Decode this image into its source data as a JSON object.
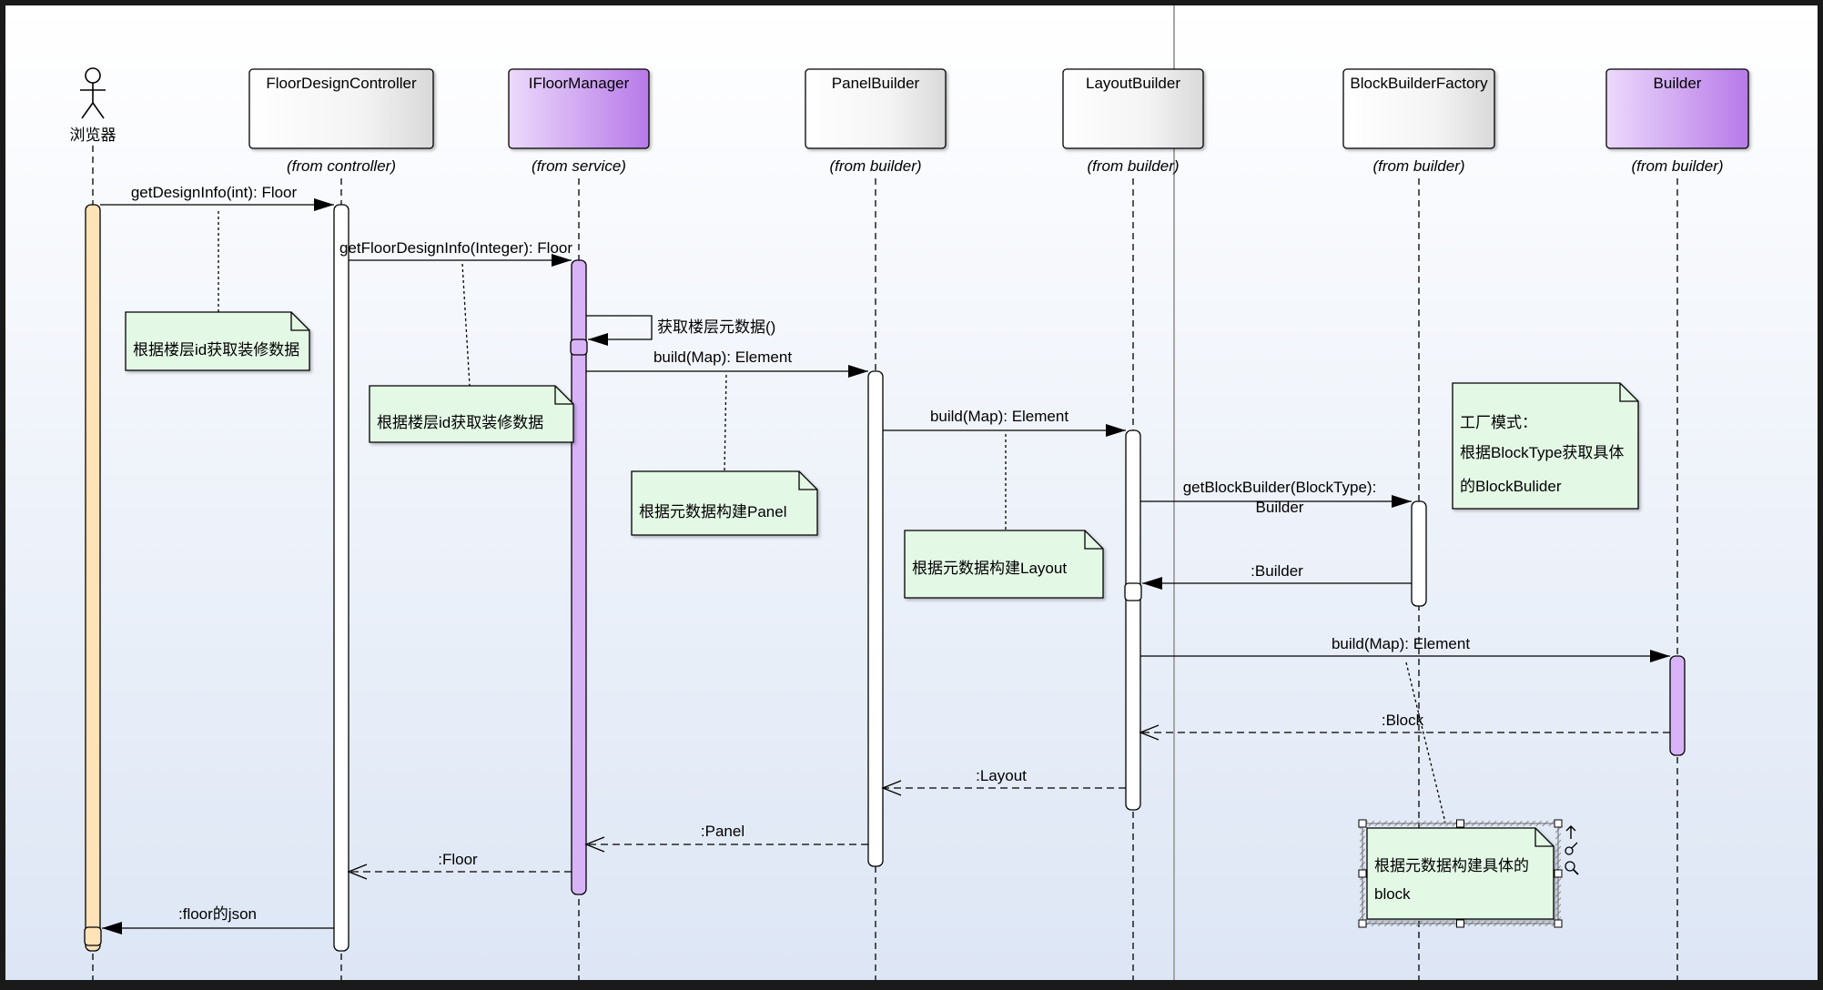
{
  "colors": {
    "frame": "#1a1a1a",
    "canvas_top": "#ffffff",
    "canvas_bottom": "#dde6f5",
    "activation": "#ffffff",
    "activation_actor": "#fde3b7",
    "activation_interface": "#d9b3f7",
    "header_interface": "#c48af0",
    "note_fill": "#e4f8e6",
    "line": "#000000"
  },
  "actor": {
    "label": "浏览器",
    "icon": "stick-figure-icon"
  },
  "lifelines": [
    {
      "id": "controller",
      "name": "FloorDesignController",
      "from": "(from controller)",
      "style": "class"
    },
    {
      "id": "manager",
      "name": "IFloorManager",
      "from": "(from service)",
      "style": "interface"
    },
    {
      "id": "panel",
      "name": "PanelBuilder",
      "from": "(from builder)",
      "style": "class"
    },
    {
      "id": "layout",
      "name": "LayoutBuilder",
      "from": "(from builder)",
      "style": "class"
    },
    {
      "id": "factory",
      "name": "BlockBuilderFactory",
      "from": "(from builder)",
      "style": "class"
    },
    {
      "id": "builder",
      "name": "Builder",
      "from": "(from builder)",
      "style": "interface"
    }
  ],
  "messages": [
    {
      "label": "getDesignInfo(int): Floor",
      "kind": "call"
    },
    {
      "label": "getFloorDesignInfo(Integer): Floor",
      "kind": "call"
    },
    {
      "label": "获取楼层元数据()",
      "kind": "self"
    },
    {
      "label": "build(Map): Element",
      "kind": "call"
    },
    {
      "label": "build(Map): Element",
      "kind": "call"
    },
    {
      "label_lines": [
        "getBlockBuilder(BlockType):",
        "Builder"
      ],
      "kind": "call"
    },
    {
      "label": ":Builder",
      "kind": "return-solid"
    },
    {
      "label": "build(Map): Element",
      "kind": "call"
    },
    {
      "label": ":Block",
      "kind": "return"
    },
    {
      "label": ":Layout",
      "kind": "return"
    },
    {
      "label": ":Panel",
      "kind": "return"
    },
    {
      "label": ":Floor",
      "kind": "return"
    },
    {
      "label": ":floor的json",
      "kind": "return-solid"
    }
  ],
  "notes": [
    {
      "lines": [
        "根据楼层id获取装修数据"
      ]
    },
    {
      "lines": [
        "根据楼层id获取装修数据"
      ]
    },
    {
      "lines": [
        "根据元数据构建Panel"
      ]
    },
    {
      "lines": [
        "根据元数据构建Layout"
      ]
    },
    {
      "lines": [
        "工厂模式：",
        "根据BlockType获取具体",
        "的BlockBulider"
      ]
    },
    {
      "lines": [
        "根据元数据构建具体的",
        "block"
      ]
    }
  ]
}
